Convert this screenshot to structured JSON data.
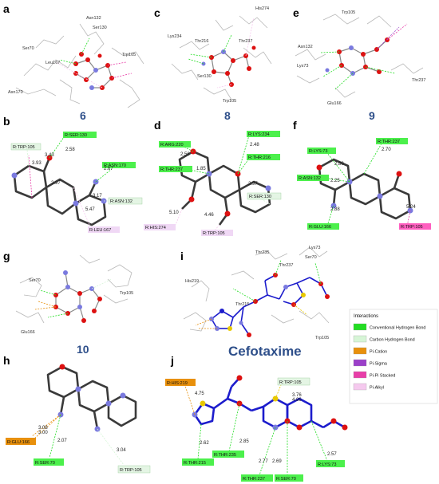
{
  "panels": {
    "a": {
      "letter": "a",
      "residues": [
        "Asn132",
        "Ser130",
        "Ser70",
        "Leu167",
        "Trp105",
        "Asn170"
      ]
    },
    "compound_a": "6",
    "c": {
      "letter": "c",
      "residues": [
        "His274",
        "Lys234",
        "Thr216",
        "Thr237",
        "Ser130",
        "Trp105"
      ]
    },
    "compound_c": "8",
    "e": {
      "letter": "e",
      "residues": [
        "Trp105",
        "Asn132",
        "Lys73",
        "Thr237",
        "Glu166"
      ]
    },
    "compound_e": "9",
    "b": {
      "letter": "b",
      "tags": [
        "R:SER:130",
        "R:TRP:105",
        "R:ASN:170",
        "R:ASN:132",
        "R:LEU:167"
      ],
      "distances": [
        "2.58",
        "3.43",
        "3.93",
        "2.67",
        "2.97",
        "3.17",
        "5.47"
      ]
    },
    "d": {
      "letter": "d",
      "tags": [
        "R:ARG:220",
        "R:LYS:234",
        "R:THR:216",
        "R:THR:237",
        "R:SER:130",
        "R:HIS:274",
        "R:TRP:105"
      ],
      "distances": [
        "2.56",
        "2.48",
        "1.85",
        "2.97",
        "5.10",
        "4.46"
      ]
    },
    "f": {
      "letter": "f",
      "tags": [
        "R:THR:237",
        "R:LYS:73",
        "R:ASN:132",
        "R:GLU:166",
        "R:TRP:105"
      ],
      "distances": [
        "2.70",
        "2.80",
        "2.25",
        "2.88",
        "5.24"
      ]
    },
    "g": {
      "letter": "g",
      "residues": [
        "Ser70",
        "Trp105",
        "Glu166"
      ]
    },
    "compound_g": "10",
    "i": {
      "letter": "i",
      "residues": [
        "Thr235",
        "Lys73",
        "Ser70",
        "Thr237",
        "His219",
        "Thr215",
        "Trp105"
      ]
    },
    "compound_i": "Cefotaxime",
    "h": {
      "letter": "h",
      "tags": [
        "R:GLU:166",
        "R:SER:70",
        "R:TRP:105"
      ],
      "distances": [
        "3.08",
        "3.00",
        "2.07",
        "3.04"
      ]
    },
    "j": {
      "letter": "j",
      "tags": [
        "R:HIS:219",
        "R:TRP:105",
        "R:THR:215",
        "R:THR:235",
        "R:THR:237",
        "R:SER:70",
        "R:LYS:73"
      ],
      "distances": [
        "4.75",
        "3.76",
        "4.86",
        "2.62",
        "2.85",
        "2.77",
        "2.69",
        "2.57"
      ]
    }
  },
  "legend": {
    "title": "Interactions",
    "items": [
      {
        "label": "Conventional Hydrogen Bond",
        "color": "#22dd22"
      },
      {
        "label": "Carbon Hydrogen Bond",
        "color": "#d6f5d6"
      },
      {
        "label": "Pi-Cation",
        "color": "#e8900c"
      },
      {
        "label": "Pi-Sigma",
        "color": "#9b3fc9"
      },
      {
        "label": "Pi-Pi Stacked",
        "color": "#e83ea8"
      },
      {
        "label": "Pi-Alkyl",
        "color": "#f5c9ee"
      }
    ]
  },
  "colors": {
    "hbond": "#22dd22",
    "oxygen": "#dd1111",
    "nitrogen": "#7a7adf",
    "carbon_2d": "#3a3a3a",
    "cef_carbon": "#1c1ccc",
    "compound_label": "#2e4f8a",
    "tag_green": "#4cf04c",
    "tag_pale": "#e4f5e4",
    "tag_pink": "#ff5fc0",
    "tag_lavender": "#f0d8f5",
    "tag_orange": "#e8900c",
    "pi_cation": "#e8900c"
  }
}
